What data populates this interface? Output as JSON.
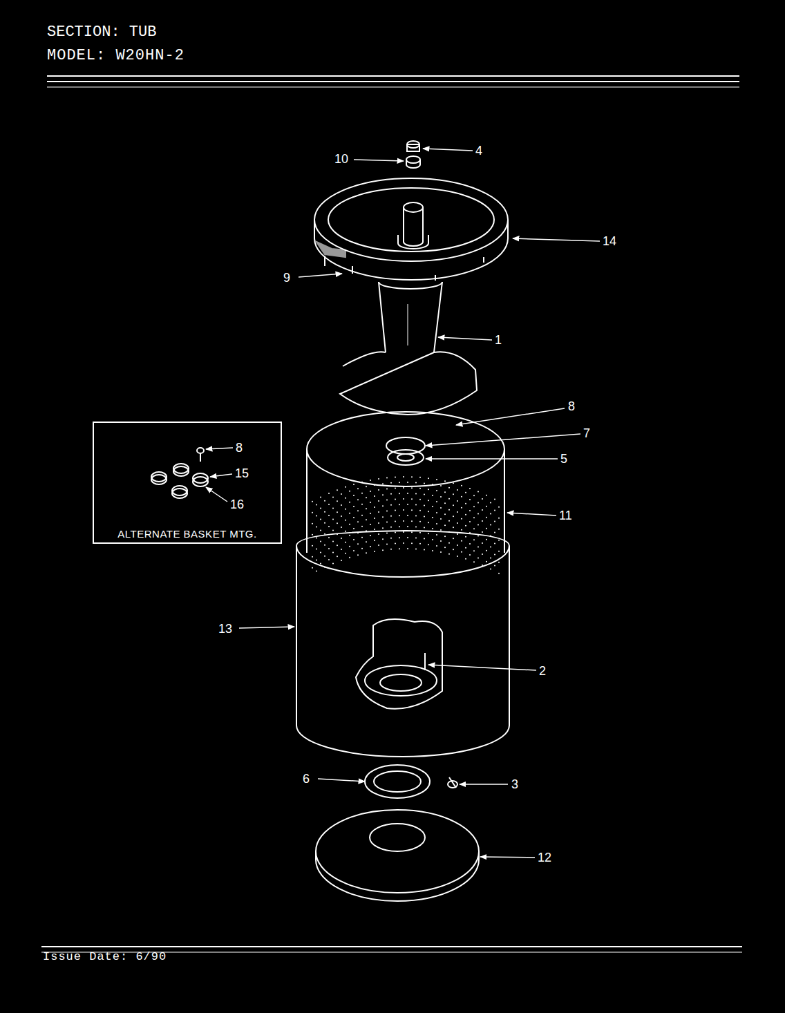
{
  "diagram": {
    "title": "SECTION: TUB",
    "nodes": [
      {
        "text": [
          "ALTERNATE BASKET MTG."
        ]
      }
    ],
    "labels": [
      "MODEL: W20HN-2",
      "10",
      "4",
      "14",
      "9",
      "1",
      "8",
      "7",
      "5",
      "8",
      "15",
      "16",
      "11",
      "13",
      "2",
      "6",
      "3",
      "12",
      "Issue Date: 6/90"
    ]
  }
}
